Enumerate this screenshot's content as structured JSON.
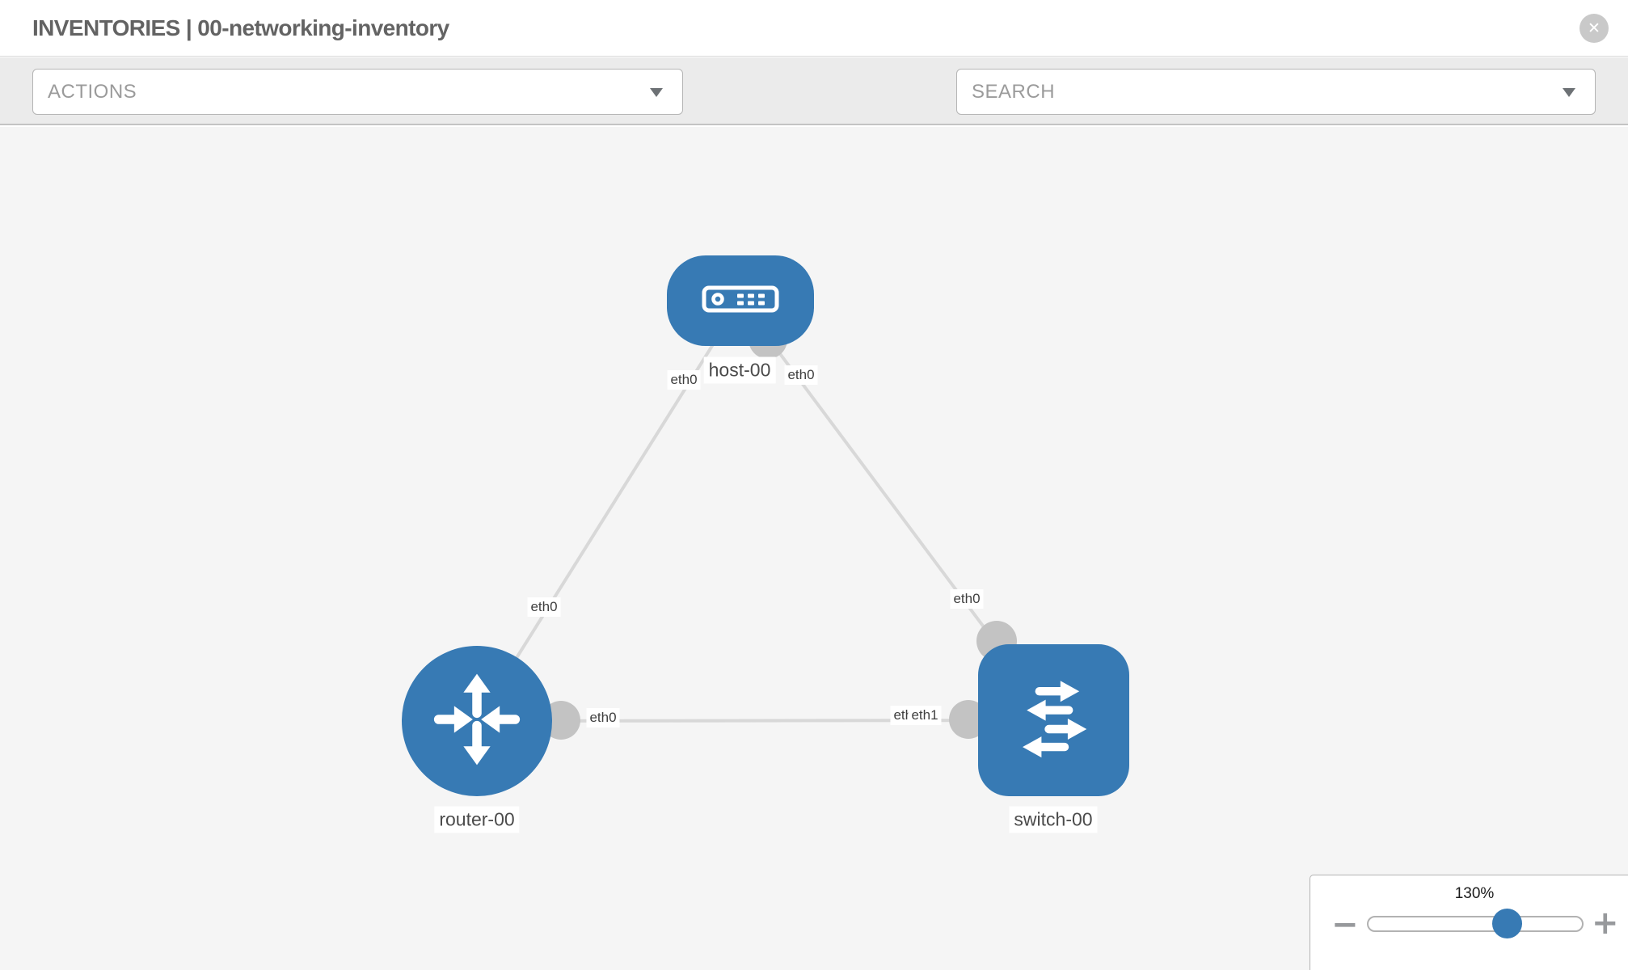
{
  "header": {
    "title": "INVENTORIES | 00-networking-inventory",
    "close_glyph": "✕"
  },
  "toolbar": {
    "actions_label": "ACTIONS",
    "search_label": "SEARCH",
    "icons": [
      "wrench-icon",
      "key-icon"
    ]
  },
  "topology": {
    "nodes": [
      {
        "id": "host-00",
        "label": "host-00",
        "type": "host"
      },
      {
        "id": "router-00",
        "label": "router-00",
        "type": "router"
      },
      {
        "id": "switch-00",
        "label": "switch-00",
        "type": "switch"
      }
    ],
    "links": [
      {
        "from": "host-00",
        "to": "router-00",
        "from_interface": "eth0",
        "to_interface": "eth0"
      },
      {
        "from": "host-00",
        "to": "switch-00",
        "from_interface": "eth0",
        "to_interface": "eth0"
      },
      {
        "from": "router-00",
        "to": "switch-00",
        "from_interface": "eth0",
        "to_interface": "eth1"
      }
    ],
    "interface_labels": [
      {
        "position": "host-left",
        "text": "eth0"
      },
      {
        "position": "host-right",
        "text": "eth0"
      },
      {
        "position": "router-top",
        "text": "eth0"
      },
      {
        "position": "switch-top",
        "text": "eth0"
      },
      {
        "position": "router-right",
        "text": "eth0"
      },
      {
        "position": "switch-left-back",
        "text": "eth0"
      },
      {
        "position": "switch-left-front",
        "text": "eth1"
      }
    ]
  },
  "zoom_control": {
    "level": "130%",
    "minus_glyph": "−",
    "plus_glyph": "+"
  },
  "colors": {
    "node_blue": "#377ab4",
    "link_gray": "#d8d8d8",
    "port_gray": "#c3c3c3",
    "toolbar_gray": "#ebebeb",
    "canvas_gray": "#f5f5f5"
  }
}
